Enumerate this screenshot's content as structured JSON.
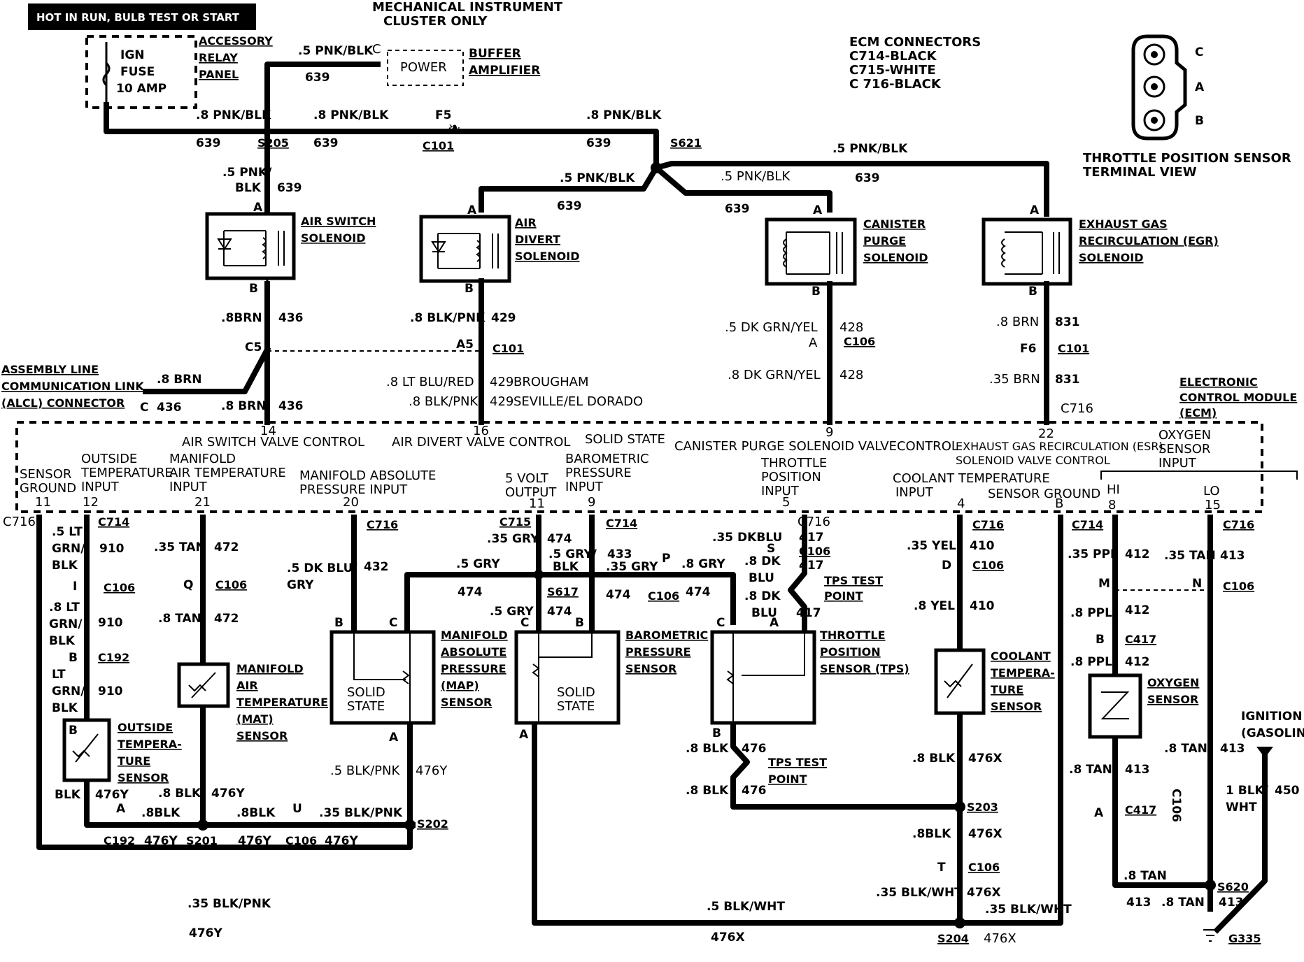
{
  "header": {
    "hot_box": "HOT IN RUN, BULB TEST OR START",
    "mech_cluster_1": "MECHANICAL INSTRUMENT",
    "mech_cluster_2": "CLUSTER ONLY",
    "ecm_connectors": [
      "ECM CONNECTORS",
      "C714-BLACK",
      "C715-WHITE",
      "C 716-BLACK"
    ],
    "tps_view": [
      "THROTTLE POSITION SENSOR",
      "TERMINAL VIEW"
    ],
    "tps_pins": [
      "C",
      "A",
      "B"
    ]
  },
  "fuse": {
    "lines": [
      "IGN",
      "FUSE",
      "10 AMP"
    ],
    "panel": [
      "ACCESSORY",
      "RELAY",
      "PANEL"
    ]
  },
  "buffer": {
    "box": "POWER",
    "label": [
      "BUFFER",
      "AMPLIFIER"
    ],
    "pin": "C"
  },
  "wires_top": {
    "w1": ".5 PNK/BLK",
    "w1n": "639",
    "w2": ".8 PNK/BLK",
    "w2n": "639",
    "w3": ".8 PNK/BLK",
    "w3n": "639",
    "w4": ".8 PNK/BLK",
    "w4n": "639",
    "f5": "F5",
    "c101": "C101",
    "s205": "S205",
    "s621": "S621",
    "w5": ".5 PNK/BLK",
    "w5n": "639",
    "w6": ".5 PNK/BLK",
    "w6n": "639",
    "w7": ".5 PNK/BLK",
    "w7n": "639",
    "w8a": ".5 PNK/",
    "w8b": "BLK",
    "w8n": "639"
  },
  "solenoids": [
    {
      "name": [
        "AIR SWITCH",
        "SOLENOID"
      ],
      "pa": "A",
      "pb": "B"
    },
    {
      "name": [
        "AIR",
        "DIVERT",
        "SOLENOID"
      ],
      "pa": "A",
      "pb": "B"
    },
    {
      "name": [
        "CANISTER",
        "PURGE",
        "SOLENOID"
      ],
      "pa": "A",
      "pb": "B"
    },
    {
      "name": [
        "EXHAUST GAS",
        "RECIRCULATION (EGR)",
        "SOLENOID"
      ],
      "pa": "A",
      "pb": "B"
    }
  ],
  "mid_wires": {
    "a1": ".8BRN",
    "a1n": "436",
    "c5": "C5",
    "a2": ".8 BRN",
    "a2n": "436",
    "b1": ".8 BLK/PNK",
    "b1n": "429",
    "a5": "A5",
    "c101": "C101",
    "b2": ".8 LT BLU/RED",
    "b2n": "429",
    "b2t": "BROUGHAM",
    "b3": ".8 BLK/PNK",
    "b3n": "429",
    "b3t": "SEVILLE/EL DORADO",
    "c1": ".5 DK GRN/YEL",
    "c1n": "428",
    "ca": "A",
    "c106": "C106",
    "c2": ".8 DK GRN/YEL",
    "c2n": "428",
    "d1": ".8 BRN",
    "d1n": "831",
    "f6": "F6",
    "dc101": "C101",
    "d2": ".35 BRN",
    "d2n": "831",
    "c716": "C716"
  },
  "alcl": {
    "lines": [
      "ASSEMBLY LINE",
      "COMMUNICATION LINK",
      "(ALCL) CONNECTOR"
    ],
    "w": ".8 BRN",
    "pin": "C",
    "n": "436"
  },
  "ecm": {
    "title": [
      "ELECTRONIC",
      "CONTROL MODULE",
      "(ECM)"
    ],
    "top_pins": [
      "14",
      "16",
      "9",
      "22"
    ],
    "top_funcs": [
      "AIR SWITCH VALVE CONTROL",
      "AIR DIVERT VALVE CONTROL",
      "SOLID STATE",
      "CANISTER PURGE SOLENOID VALVECONTROL",
      "EXHAUST GAS RECIRCULATION (ESR)",
      "SOLENOID VALVE CONTROL"
    ],
    "o2": [
      "OXYGEN",
      "SENSOR",
      "INPUT"
    ],
    "bottom": [
      {
        "lines": [
          "SENSOR",
          "GROUND"
        ],
        "pin": "11"
      },
      {
        "lines": [
          "OUTSIDE",
          "TEMPERATURE",
          "INPUT"
        ],
        "pin": "12"
      },
      {
        "lines": [
          "MANIFOLD",
          "AIR TEMPERATURE",
          "INPUT"
        ],
        "pin": "21"
      },
      {
        "lines": [
          "MANIFOLD ABSOLUTE",
          "PRESSURE INPUT"
        ],
        "pin": "20"
      },
      {
        "lines": [
          "5 VOLT",
          "OUTPUT"
        ],
        "pin": "11"
      },
      {
        "lines": [
          "BAROMETRIC",
          "PRESSURE",
          "INPUT"
        ],
        "pin": "9"
      },
      {
        "lines": [
          "THROTTLE",
          "POSITION",
          "INPUT"
        ],
        "pin": "5"
      },
      {
        "lines": [
          "COOLANT TEMPERATURE",
          "INPUT"
        ],
        "pin": "4"
      },
      {
        "lines": [
          "SENSOR GROUND"
        ],
        "pin": "B"
      },
      {
        "lines": [
          "HI"
        ],
        "pin": "8"
      },
      {
        "lines": [
          "LO"
        ],
        "pin": "15"
      }
    ]
  },
  "bottom": {
    "c716l": "C716",
    "c714a": "C714",
    "c716b": "C716",
    "c715": "C715",
    "c714b": "C714",
    "c716c": "C716",
    "c716d": "C716",
    "c714c": "C714",
    "c716e": "C716",
    "ot1": [
      ".5 LT",
      "GRN/",
      "BLK"
    ],
    "ot1n": "910",
    "ot_i": "I",
    "ot_c106": "C106",
    "ot2": [
      ".8 LT",
      "GRN/",
      "BLK"
    ],
    "ot2n": "910",
    "ot_b": "B",
    "ot_c192": "C192",
    "ot3": [
      "LT",
      "GRN/",
      "BLK"
    ],
    "ot3n": "910",
    "ot_sensor": [
      "OUTSIDE",
      "TEMPERA-",
      "TURE",
      "SENSOR"
    ],
    "ot_pin": "B",
    "mat1": ".35 TAN",
    "mat1n": "472",
    "mat_q": "Q",
    "mat_c106": "C106",
    "mat2": ".8 TAN",
    "mat2n": "472",
    "mat_sensor": [
      "MANIFOLD",
      "AIR",
      "TEMPERATURE",
      "(MAT)",
      "SENSOR"
    ],
    "mat3": ".8 BLK",
    "mat3n": "476Y",
    "map1": [
      ".5 DK BLU/",
      "GRY"
    ],
    "map1n": "432",
    "map_sensor": [
      "MANIFOLD",
      "ABSOLUTE",
      "PRESSURE",
      "(MAP)",
      "SENSOR"
    ],
    "map_box": [
      "SOLID",
      "STATE"
    ],
    "map_pb": "B",
    "map_pc": "C",
    "map_pa": "A",
    "map2": ".5 BLK/PNK",
    "map2n": "476Y",
    "g1": ".5 GRY",
    "g1n": "474",
    "g2": ".35 GRY",
    "g2n": "474",
    "g3": [
      ".5 GRY/",
      "BLK"
    ],
    "g3n": "433",
    "g4": ".35 GRY",
    "g4n": "474",
    "g5": ".8 GRY",
    "g5n": "474",
    "s617": "S617",
    "g6": ".5 GRY",
    "g6n": "474",
    "gp": "P",
    "gc106": "C106",
    "baro_sensor": [
      "BAROMETRIC",
      "PRESSURE",
      "SENSOR"
    ],
    "baro_box": [
      "SOLID",
      "STATE"
    ],
    "baro_pc": "C",
    "baro_pb": "B",
    "baro_pa": "A",
    "tps1": ".35 DKBLU",
    "tps1n": "417",
    "tps_s": "S",
    "tps_c106": "C106",
    "tps2": [
      ".8 DK",
      "BLU"
    ],
    "tps2n": "417",
    "tps3": [
      ".8 DK",
      "BLU"
    ],
    "tps3n": "417",
    "tps_test": [
      "TPS TEST",
      "POINT"
    ],
    "tps_sensor": [
      "THROTTLE",
      "POSITION",
      "SENSOR (TPS)"
    ],
    "tps_pc": "C",
    "tps_pa": "A",
    "tps_pb": "B",
    "tps4": ".8 BLK",
    "tps4n": "476",
    "tps5": ".8 BLK",
    "tps5n": "476",
    "tps_test2": [
      "TPS TEST",
      "POINT"
    ],
    "ct1": ".35 YEL",
    "ct1n": "410",
    "ct_d": "D",
    "ct_c106": "C106",
    "ct2": ".8 YEL",
    "ct2n": "410",
    "ct_sensor": [
      "COOLANT",
      "TEMPERA-",
      "TURE",
      "SENSOR"
    ],
    "ct3": ".8 BLK",
    "ct3n": "476X",
    "s203": "S203",
    "ct4": ".8BLK",
    "ct4n": "476X",
    "ct_t": "T",
    "ct_c106b": "C106",
    "ct5": ".35 BLK/WHT",
    "ct5n": "476X",
    "s204": "S204",
    "s204n": "476X",
    "gw1": ".35 BLK/WHT",
    "gw2": ".5 BLK/WHT",
    "gw2n": "476X",
    "o1": ".35 PPL",
    "o1n": "412",
    "o_m": "M",
    "o_c106": "C106",
    "o2w": ".8 PPL",
    "o2n": "412",
    "o_b": "B",
    "o_c417": "C417",
    "o3": ".8 PPL",
    "o3n": "412",
    "o_sensor": [
      "OXYGEN",
      "SENSOR"
    ],
    "o4": ".8 TAN",
    "o4n": "413",
    "o_a": "A",
    "o_c417b": "C417",
    "t1": ".35 TAN",
    "t1n": "413",
    "t_n": "N",
    "t_c106": "C106",
    "t2": ".8 TAN",
    "t2n": "413",
    "c106v": "C106",
    "ign": [
      "IGNITION",
      "(GASOLINE)"
    ],
    "ign_w": [
      "1 BLK/",
      "WHT"
    ],
    "ign_n": "450",
    "t3": ".8 TAN",
    "t3n": "413",
    "t4": ".8 TAN",
    "t4n": "413",
    "t5n": "413",
    "s620": "S620",
    "g335": "G335",
    "bl1": "BLK",
    "bl1n": "476Y",
    "bl_a": "A",
    "bl_c192": "C192",
    "bl2": ".8BLK",
    "bl2n": "476Y",
    "s201": "S201",
    "bl3": ".8BLK",
    "bl3n": "476Y",
    "bl_u": "U",
    "bl_c106": "C106",
    "bl_c106n": "476Y",
    "bl4": ".35 BLK/PNK",
    "s202": "S202",
    "bl5": ".35 BLK/PNK",
    "bl5n": "476Y"
  }
}
